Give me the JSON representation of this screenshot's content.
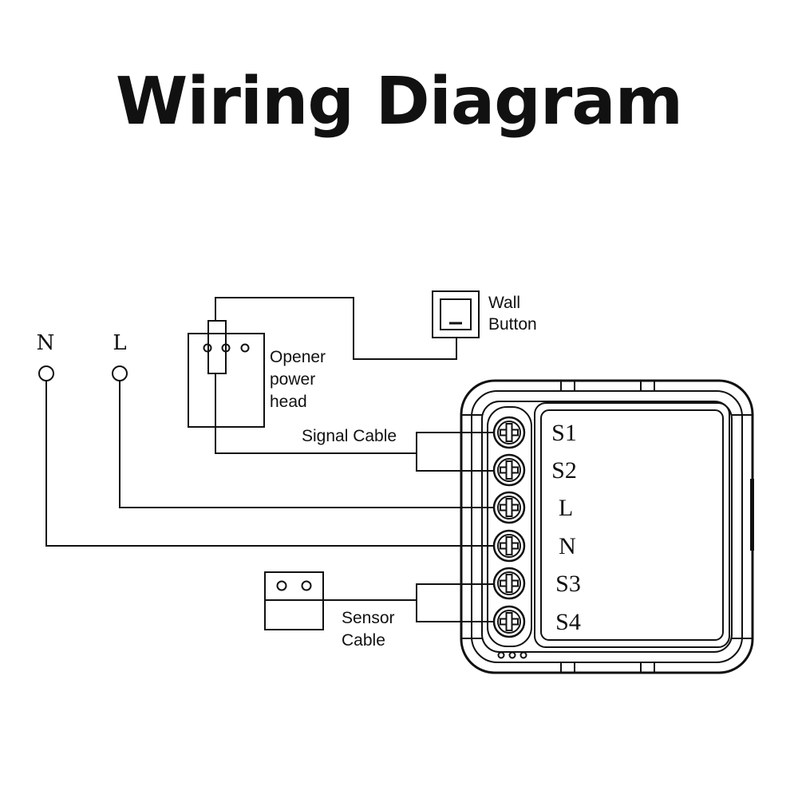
{
  "title": "Wiring Diagram",
  "supply": {
    "neutral": "N",
    "live": "L"
  },
  "labels": {
    "wall_button": [
      "Wall",
      "Button"
    ],
    "opener": [
      "Opener",
      "power",
      "head"
    ],
    "signal_cable": "Signal Cable",
    "sensor_cable": [
      "Sensor",
      "Cable"
    ]
  },
  "terminals": [
    "S1",
    "S2",
    "L",
    "N",
    "S3",
    "S4"
  ]
}
